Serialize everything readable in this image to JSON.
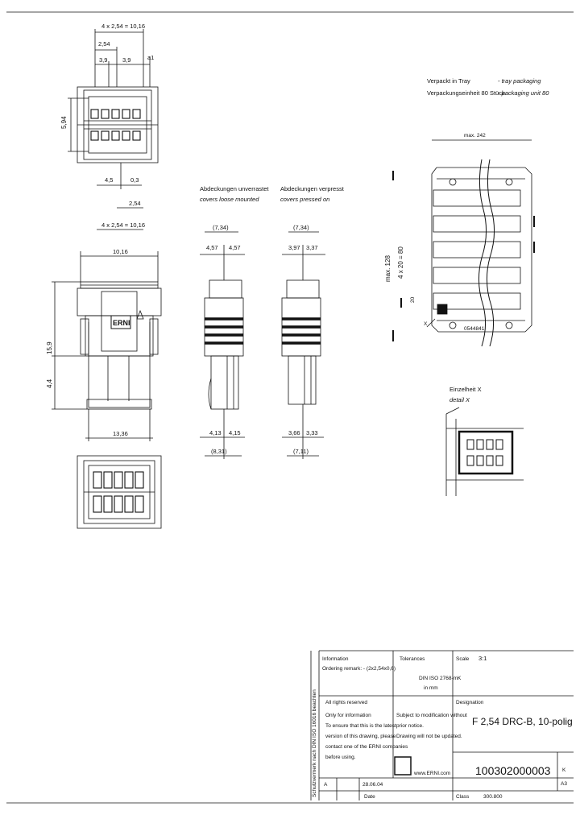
{
  "dims": {
    "top_overall": "4 x 2,54 = 10,16",
    "top_pitch": "2,54",
    "top_a": "3,9",
    "top_b": "3,9",
    "top_side": "a1",
    "top_height": "5,94",
    "top_low_a": "4,5",
    "top_low_b": "0,3",
    "front_pitch": "2,54",
    "front_overall": "4 x 2,54 = 10,16",
    "front_width": "10,16",
    "front_height_total": "15,9",
    "front_height_low": "4,4",
    "front_bottom": "13,36",
    "sideA_top": "(7,34)",
    "sideA_a": "4,57",
    "sideA_b": "4,57",
    "sideA_bot_a": "4,13",
    "sideA_bot_b": "4,15",
    "sideA_bot_total": "(8,31)",
    "sideB_top": "(7,34)",
    "sideB_a": "3,97",
    "sideB_b": "3,37",
    "sideB_bot_a": "3,66",
    "sideB_bot_b": "3,33",
    "sideB_bot_total": "(7,11)"
  },
  "labels": {
    "sideA_de": "Abdeckungen unverrastet",
    "sideA_en": "covers loose mounted",
    "sideB_de": "Abdeckungen verpresst",
    "sideB_en": "covers pressed on",
    "pack_de1": "Verpackt in Tray",
    "pack_en1": "- tray packaging",
    "pack_de2": "Verpackungseinheit 80 Stück",
    "pack_en2": "- packaging unit 80",
    "tray_width": "max. 242",
    "tray_height": "max. 128",
    "tray_pitch": "4 x 20 = 80",
    "tray_small": "20",
    "tray_x": "X",
    "tray_part": "0544841",
    "detail_de": "Einzelheit X",
    "detail_en": "detail X",
    "brand": "ERNI"
  },
  "titleblock": {
    "information": "Information",
    "ordering": "Ordering remark: -  (2x2,54x0,6)",
    "tolerances": "Tolerances",
    "scale_label": "Scale",
    "scale_value": "3:1",
    "tol_note": "DIN ISO 2768-mK",
    "tol_unit": "in mm",
    "designation": "Designation",
    "title": "F 2,54 DRC-B, 10-polig",
    "rights": "All rights reserved",
    "only_info": "Only for information",
    "update1": "To ensure that this is the latest",
    "update2": "version of this drawing, please",
    "update3": "contact one of the ERNI companies",
    "update4": "before using.",
    "subject1": "Subject to modification without",
    "subject2": "prior notice.",
    "subject3": "Drawing will not be updated.",
    "web": "www.ERNI.com",
    "part_number": "100302000003",
    "sheet_k": "K",
    "sheet_a": "A3",
    "rev_a": "A",
    "rev_date": "28.06.04",
    "col_date": "Date",
    "col_class": "Class",
    "class_value": "300.800",
    "side_text": "Schutzvermerk nach DIN ISO 16016 beachten"
  }
}
